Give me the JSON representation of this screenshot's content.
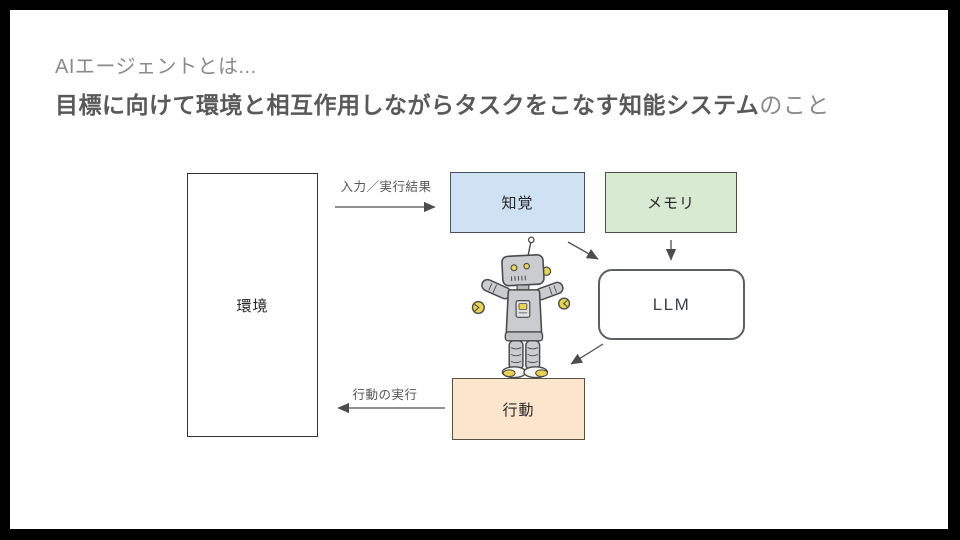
{
  "slide": {
    "title": {
      "line1": "AIエージェントとは...",
      "line2_emphasis": "目標に向けて環境と相互作用しながらタスクをこなす知能システム",
      "line2_suffix": "のこと"
    }
  },
  "diagram": {
    "environment_box": {
      "label": "環境",
      "fill": "#ffffff"
    },
    "perception_box": {
      "label": "知覚",
      "fill": "#cfe2f3"
    },
    "memory_box": {
      "label": "メモリ",
      "fill": "#d9ead3"
    },
    "llm_box": {
      "label": "LLM",
      "fill": "#ffffff"
    },
    "action_box": {
      "label": "行動",
      "fill": "#fce5cd"
    },
    "arrow_labels": {
      "input": "入力／実行結果",
      "action": "行動の実行"
    },
    "icons": {
      "robot": "robot-illustration"
    }
  },
  "colors": {
    "frame_background": "#000000",
    "slide_background": "#ffffff",
    "title_muted": "#8a8a8a",
    "title_emphasis": "#595959",
    "arrow": "#4d4d4d",
    "robot_body": "#caccd0",
    "robot_accent": "#e8d44f"
  }
}
